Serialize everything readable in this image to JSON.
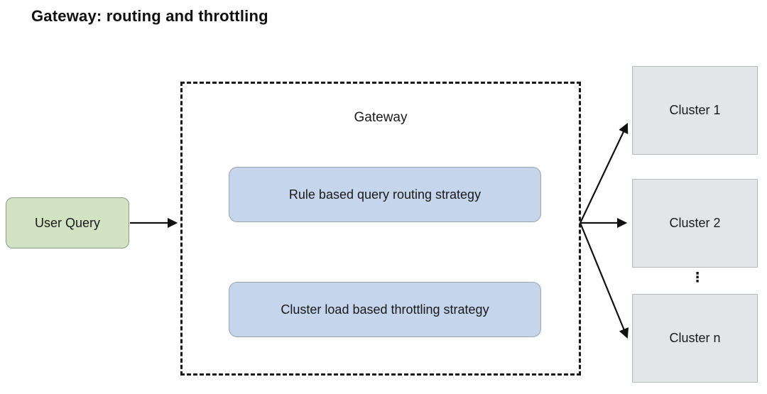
{
  "title": "Gateway: routing and throttling",
  "diagram": {
    "user_query": {
      "label": "User Query"
    },
    "gateway": {
      "label": "Gateway",
      "strategies": [
        {
          "label": "Rule based query routing strategy"
        },
        {
          "label": "Cluster load based throttling strategy"
        }
      ]
    },
    "clusters": [
      {
        "label": "Cluster 1"
      },
      {
        "label": "Cluster 2"
      },
      {
        "label": "Cluster n"
      }
    ],
    "ellipsis": "⋮",
    "colors": {
      "user_query_fill": "#d2e3c4",
      "strategy_fill": "#c4d5ec",
      "cluster_fill": "#e3e5e9",
      "dashed_border": "#1a1a1a",
      "arrow": "#111111",
      "text": "#1a1a1a"
    }
  }
}
